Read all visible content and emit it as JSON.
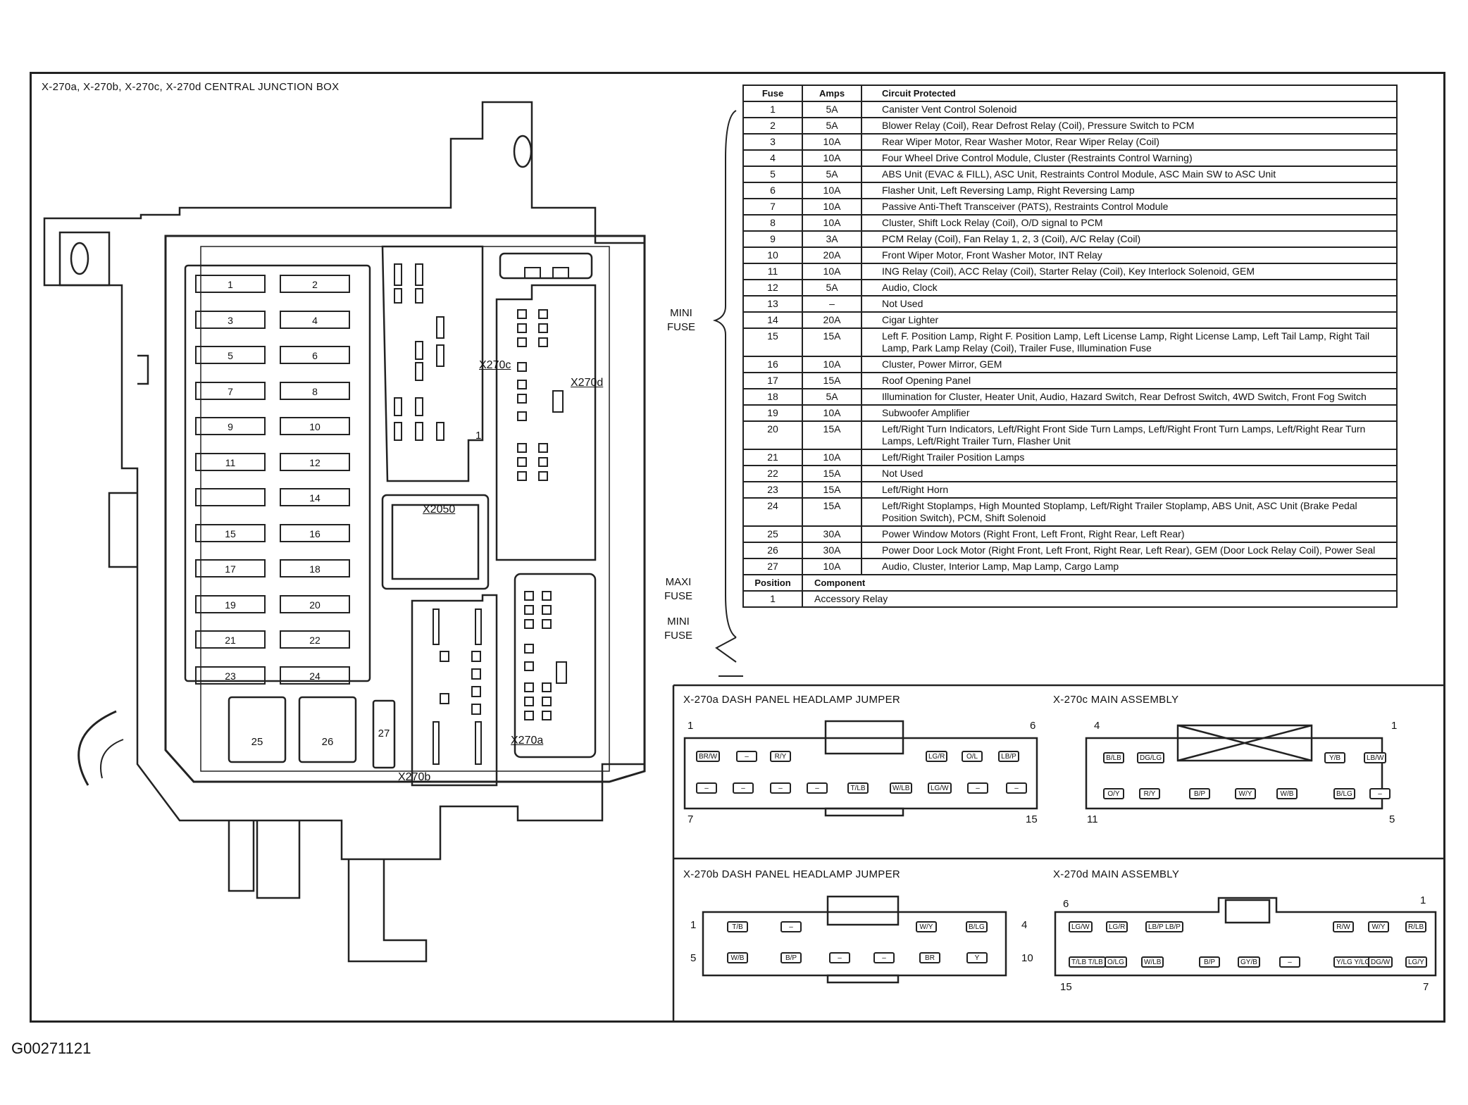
{
  "junction_box": {
    "title": "X-270a, X-270b, X-270c, X-270d  CENTRAL JUNCTION BOX",
    "connector_labels": {
      "x270a": "X270a",
      "x270b": "X270b",
      "x270c": "X270c",
      "x270d": "X270d",
      "x2050": "X2050"
    },
    "mini_fuse_numbers": [
      "1",
      "2",
      "3",
      "4",
      "5",
      "6",
      "7",
      "8",
      "9",
      "10",
      "11",
      "12",
      "",
      "14",
      "15",
      "16",
      "17",
      "18",
      "19",
      "20",
      "21",
      "22",
      "23",
      "24"
    ],
    "maxi_fuse_numbers": [
      "25",
      "26"
    ],
    "fuse_27_number": "27",
    "pin_1_label": "1"
  },
  "fuse_table": {
    "headers": {
      "fuse": "Fuse",
      "amps": "Amps",
      "circuit": "Circuit Protected"
    },
    "rows": [
      {
        "fuse": "1",
        "amps": "5A",
        "circuit": "Canister Vent Control Solenoid"
      },
      {
        "fuse": "2",
        "amps": "5A",
        "circuit": "Blower Relay (Coil), Rear Defrost Relay (Coil), Pressure Switch to PCM"
      },
      {
        "fuse": "3",
        "amps": "10A",
        "circuit": "Rear Wiper Motor, Rear Washer Motor, Rear Wiper Relay (Coil)"
      },
      {
        "fuse": "4",
        "amps": "10A",
        "circuit": "Four Wheel Drive Control Module, Cluster (Restraints Control Warning)"
      },
      {
        "fuse": "5",
        "amps": "5A",
        "circuit": "ABS Unit (EVAC & FILL), ASC Unit, Restraints Control Module, ASC Main SW to ASC Unit"
      },
      {
        "fuse": "6",
        "amps": "10A",
        "circuit": "Flasher Unit, Left Reversing Lamp, Right Reversing Lamp"
      },
      {
        "fuse": "7",
        "amps": "10A",
        "circuit": "Passive Anti-Theft Transceiver (PATS), Restraints Control Module"
      },
      {
        "fuse": "8",
        "amps": "10A",
        "circuit": "Cluster, Shift Lock Relay (Coil), O/D signal to PCM"
      },
      {
        "fuse": "9",
        "amps": "3A",
        "circuit": "PCM Relay (Coil), Fan Relay 1, 2, 3 (Coil), A/C Relay (Coil)"
      },
      {
        "fuse": "10",
        "amps": "20A",
        "circuit": "Front Wiper Motor, Front Washer Motor, INT Relay"
      },
      {
        "fuse": "11",
        "amps": "10A",
        "circuit": "ING Relay (Coil), ACC Relay (Coil), Starter Relay (Coil), Key Interlock Solenoid, GEM"
      },
      {
        "fuse": "12",
        "amps": "5A",
        "circuit": "Audio, Clock"
      },
      {
        "fuse": "13",
        "amps": "–",
        "circuit": "Not Used"
      },
      {
        "fuse": "14",
        "amps": "20A",
        "circuit": "Cigar Lighter"
      },
      {
        "fuse": "15",
        "amps": "15A",
        "circuit": "Left F. Position Lamp, Right F. Position Lamp, Left License Lamp, Right License Lamp, Left Tail Lamp, Right Tail Lamp, Park Lamp Relay (Coil), Trailer Fuse, Illumination Fuse"
      },
      {
        "fuse": "16",
        "amps": "10A",
        "circuit": "Cluster, Power Mirror, GEM"
      },
      {
        "fuse": "17",
        "amps": "15A",
        "circuit": "Roof Opening Panel"
      },
      {
        "fuse": "18",
        "amps": "5A",
        "circuit": "Illumination for Cluster, Heater Unit, Audio, Hazard Switch, Rear Defrost Switch, 4WD Switch, Front Fog Switch"
      },
      {
        "fuse": "19",
        "amps": "10A",
        "circuit": "Subwoofer Amplifier"
      },
      {
        "fuse": "20",
        "amps": "15A",
        "circuit": "Left/Right Turn Indicators, Left/Right Front Side Turn Lamps, Left/Right Front Turn Lamps, Left/Right Rear Turn Lamps, Left/Right Trailer Turn, Flasher Unit"
      },
      {
        "fuse": "21",
        "amps": "10A",
        "circuit": "Left/Right Trailer Position Lamps"
      },
      {
        "fuse": "22",
        "amps": "15A",
        "circuit": "Not Used"
      },
      {
        "fuse": "23",
        "amps": "15A",
        "circuit": "Left/Right Horn"
      },
      {
        "fuse": "24",
        "amps": "15A",
        "circuit": "Left/Right Stoplamps, High Mounted Stoplamp, Left/Right Trailer Stoplamp, ABS Unit, ASC Unit (Brake Pedal Position Switch), PCM, Shift Solenoid"
      },
      {
        "fuse": "25",
        "amps": "30A",
        "circuit": "Power Window Motors (Right Front, Left Front, Right Rear, Left Rear)"
      },
      {
        "fuse": "26",
        "amps": "30A",
        "circuit": "Power Door Lock Motor (Right Front, Left Front, Right Rear, Left Rear), GEM (Door Lock Relay Coil), Power Seal"
      },
      {
        "fuse": "27",
        "amps": "10A",
        "circuit": "Audio, Cluster, Interior Lamp, Map Lamp, Cargo Lamp"
      }
    ],
    "position_headers": {
      "position": "Position",
      "component": "Component"
    },
    "position_rows": [
      {
        "position": "1",
        "component": "Accessory Relay"
      }
    ],
    "fuse_types": {
      "mini_top": "MINI\nFUSE",
      "maxi": "MAXI\nFUSE",
      "mini_bottom": "MINI\nFUSE"
    }
  },
  "connectors": {
    "x270a": {
      "title": "X-270a DASH PANEL HEADLAMP JUMPER",
      "pin_numbers": {
        "top_left": "1",
        "top_right": "6",
        "bottom_left": "7",
        "bottom_right": "15"
      },
      "top_row": [
        "BR/W",
        "–",
        "R/Y",
        "LG/R",
        "O/L",
        "LB/P"
      ],
      "bottom_row": [
        "–",
        "–",
        "–",
        "–",
        "T/LB",
        "W/LB",
        "LG/W",
        "–",
        "–"
      ]
    },
    "x270c": {
      "title": "X-270c MAIN ASSEMBLY",
      "pin_numbers": {
        "top_left": "4",
        "top_right": "1",
        "bottom_left": "11",
        "bottom_right": "5"
      },
      "top_row": [
        "B/LB",
        "DG/LG",
        "Y/B",
        "LB/W"
      ],
      "bottom_row": [
        "O/Y",
        "R/Y",
        "B/P",
        "W/Y",
        "W/B",
        "B/LG",
        "–"
      ]
    },
    "x270b": {
      "title": "X-270b DASH PANEL HEADLAMP JUMPER",
      "pin_numbers": {
        "top_left": "1",
        "top_right": "4",
        "bottom_left": "5",
        "bottom_right": "10"
      },
      "top_row": [
        "T/B",
        "–",
        "W/Y",
        "B/LG"
      ],
      "bottom_row": [
        "W/B",
        "B/P",
        "–",
        "–",
        "BR",
        "Y"
      ]
    },
    "x270d": {
      "title": "X-270d MAIN ASSEMBLY",
      "pin_numbers": {
        "top_left": "6",
        "top_right": "1",
        "bottom_left": "15",
        "bottom_right": "7"
      },
      "top_row": [
        "LG/W",
        "LG/R",
        "LB/P LB/P",
        "R/W",
        "W/Y",
        "R/LB"
      ],
      "bottom_row": [
        "T/LB T/LB",
        "O/LG",
        "W/LB",
        "B/P",
        "GY/B",
        "–",
        "Y/LG Y/LG",
        "DG/W",
        "LG/Y"
      ]
    }
  },
  "image_code": "G00271121"
}
